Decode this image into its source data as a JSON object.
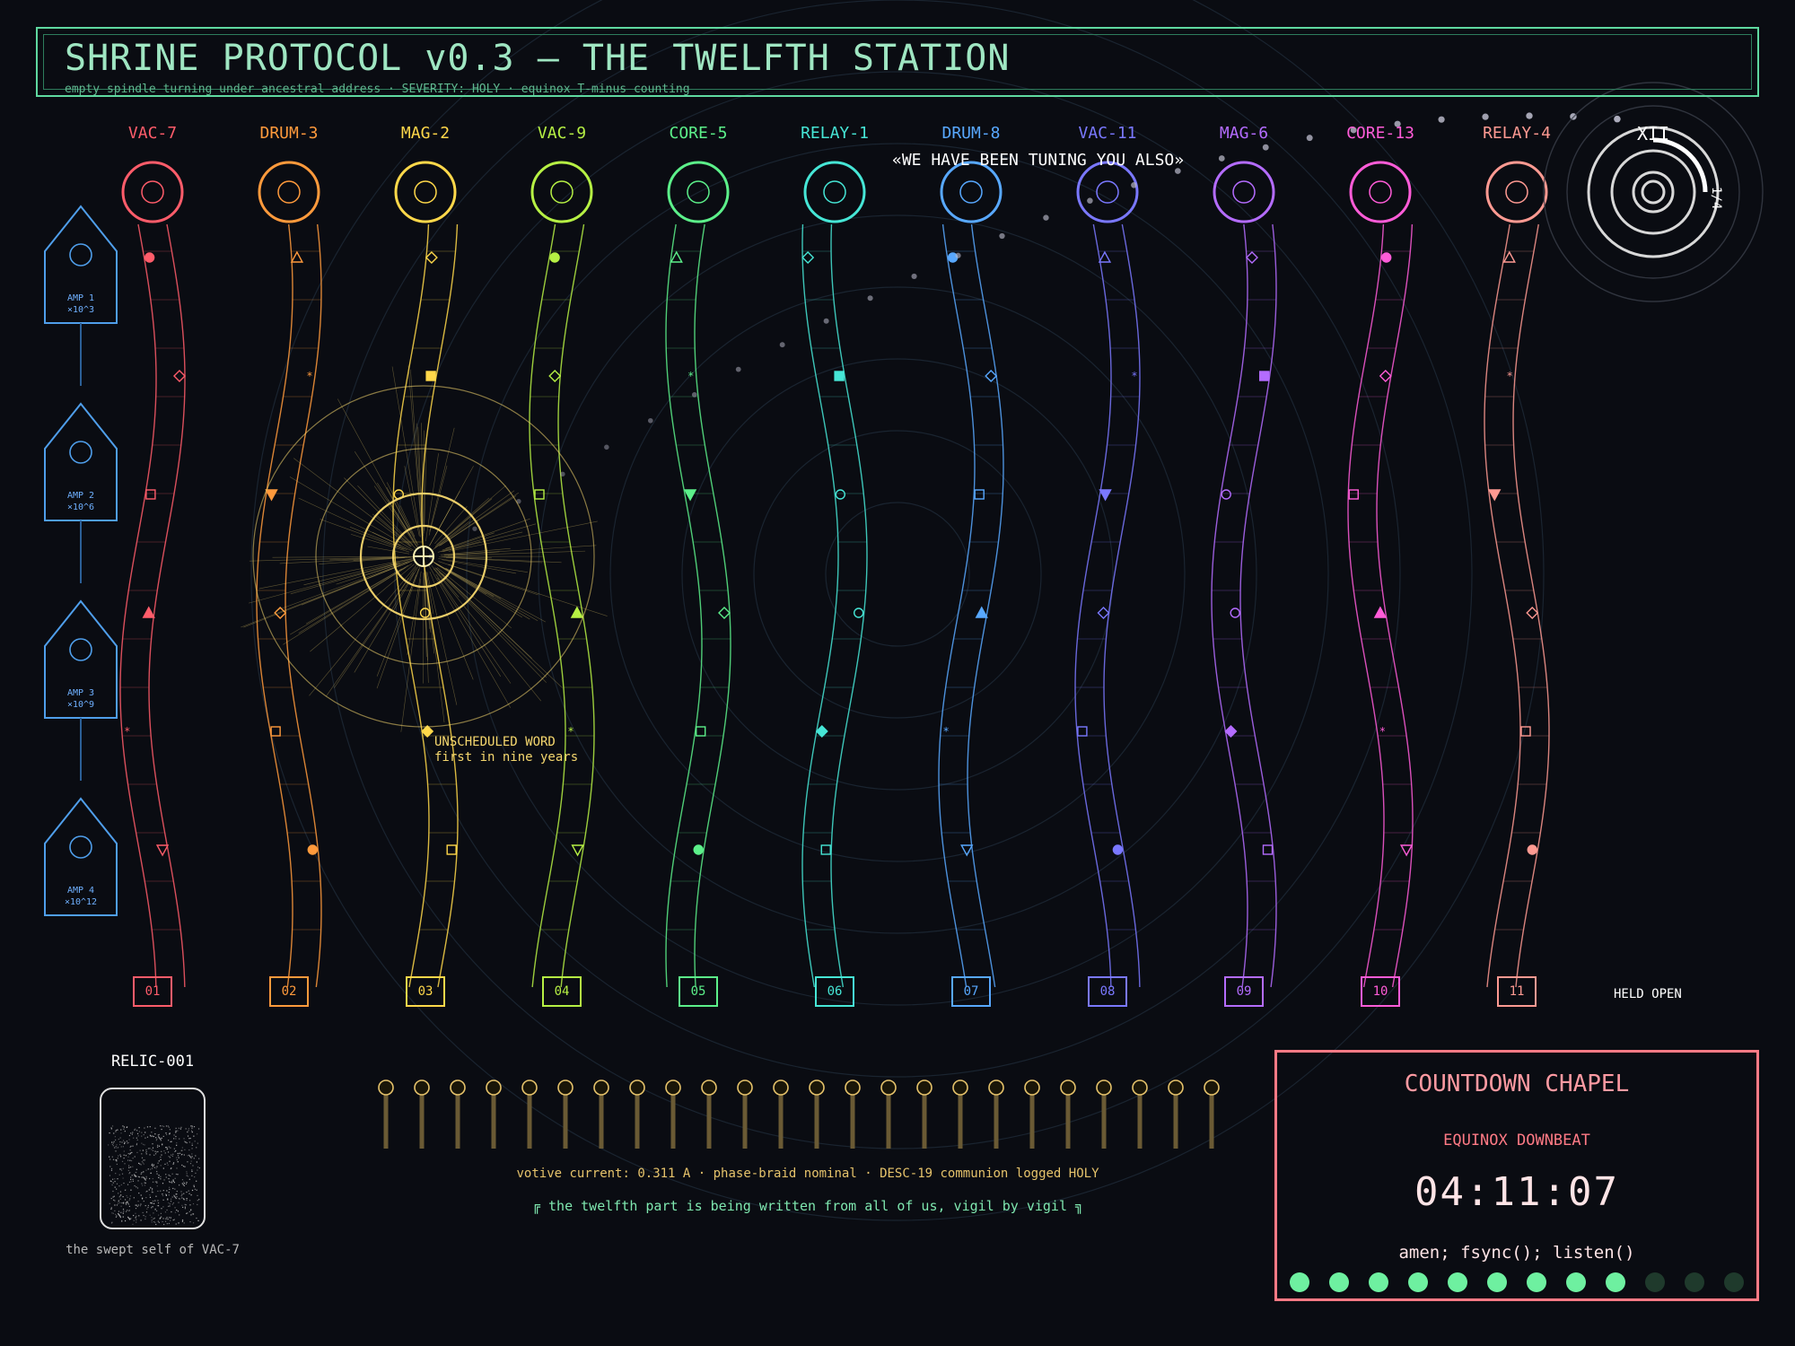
{
  "header": {
    "title": "SHRINE PROTOCOL v0.3 — THE TWELFTH STATION",
    "subtitle": "empty spindle turning under ancestral address · SEVERITY: HOLY · equinox T-minus counting"
  },
  "channels": [
    {
      "label": "VAC-7",
      "num": "01",
      "color": "#ff5c6a"
    },
    {
      "label": "DRUM-3",
      "num": "02",
      "color": "#ff9a3c"
    },
    {
      "label": "MAG-2",
      "num": "03",
      "color": "#ffd84a"
    },
    {
      "label": "VAC-9",
      "num": "04",
      "color": "#b6f044"
    },
    {
      "label": "CORE-5",
      "num": "05",
      "color": "#5cf08a"
    },
    {
      "label": "RELAY-1",
      "num": "06",
      "color": "#46e6d6"
    },
    {
      "label": "DRUM-8",
      "num": "07",
      "color": "#58a8ff"
    },
    {
      "label": "VAC-11",
      "num": "08",
      "color": "#7a78ff"
    },
    {
      "label": "MAG-6",
      "num": "09",
      "color": "#b46cff"
    },
    {
      "label": "CORE-13",
      "num": "10",
      "color": "#ff5cd8"
    },
    {
      "label": "RELAY-4",
      "num": "11",
      "color": "#ff9a92"
    }
  ],
  "twelfth": {
    "label": "XII",
    "fraction": "1/4",
    "held_text": "HELD OPEN"
  },
  "shout": "«WE HAVE BEEN TUNING YOU ALSO»",
  "amplifiers": [
    {
      "name": "AMP 1",
      "scale": "×10^3"
    },
    {
      "name": "AMP 2",
      "scale": "×10^6"
    },
    {
      "name": "AMP 3",
      "scale": "×10^9"
    },
    {
      "name": "AMP 4",
      "scale": "×10^12"
    }
  ],
  "burst_note": {
    "line1": "UNSCHEDULED WORD",
    "line2": "first in nine years"
  },
  "relic": {
    "title": "RELIC-001",
    "caption": "the swept self of VAC-7"
  },
  "candles": {
    "count": 24
  },
  "status": {
    "votive": "votive current: 0.311 A · phase-braid nominal · DESC-19 communion logged HOLY",
    "vigil": "╔ the twelfth part is being written from all of us, vigil by vigil ╗"
  },
  "chapel": {
    "title": "COUNTDOWN CHAPEL",
    "subtitle": "EQUINOX DOWNBEAT",
    "time": "04:11:07",
    "code": "amen; fsync(); listen()",
    "lit": 9,
    "total": 12,
    "lit_color": "#6ef0a0",
    "unlit_color": "#1f3a2c"
  },
  "colors": {
    "background": "#0a0c12",
    "accent": "#5fd9a0",
    "burst": "#f5d76e"
  }
}
